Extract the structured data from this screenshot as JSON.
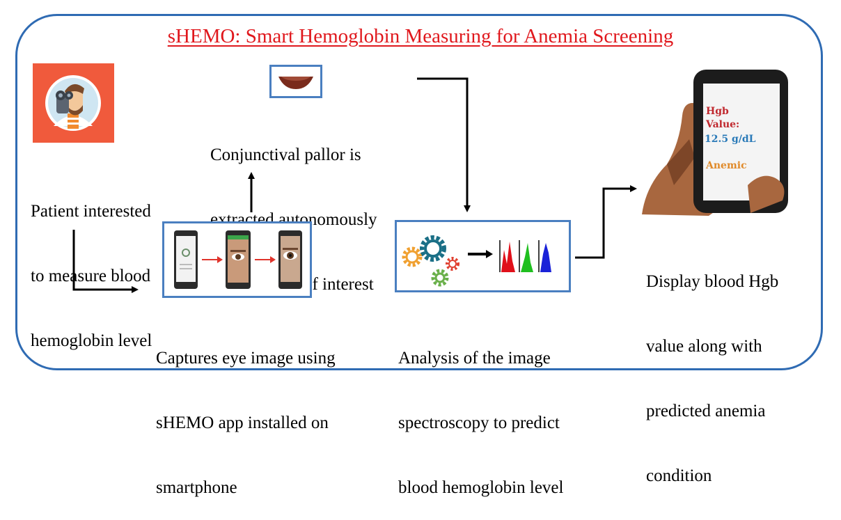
{
  "title": "sHEMO: Smart Hemoglobin Measuring for Anemia Screening",
  "captions": {
    "patient": [
      "Patient interested",
      "to measure blood",
      "hemoglobin level"
    ],
    "conjunctiva": [
      "Conjunctival pallor is",
      "extracted autonomously",
      "as the region of interest"
    ],
    "capture": [
      "Captures eye image using",
      "sHEMO app installed on",
      "smartphone"
    ],
    "analysis": [
      "Analysis of the image",
      "spectroscopy to predict",
      "blood hemoglobin level"
    ],
    "display": [
      "Display blood Hgb",
      "value along with",
      "predicted anemia",
      "condition"
    ]
  },
  "phone_screen": {
    "label": "Hgb",
    "value_label": "Value:",
    "value": "12.5 g/dL",
    "status": "Anemic"
  },
  "icons": {
    "patient": "eye-exam-doctor-icon",
    "conjunctiva": "conjunctiva-crop-image",
    "capture": "smartphone-capture-sequence",
    "analysis": "gears-icon",
    "spectra": "rgb-spectrum-histograms",
    "phone": "hand-holding-smartphone"
  },
  "colors": {
    "frame": "#2f6bb3",
    "title": "#e0181d",
    "hgb_text": "#c0272d",
    "value_text": "#2a7ab8",
    "anemic_text": "#e08a2a"
  }
}
